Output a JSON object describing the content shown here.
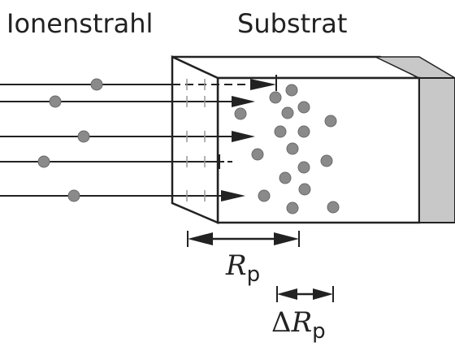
{
  "labels": {
    "ion_beam": "Ionenstrahl",
    "substrate": "Substrat",
    "projected_range_symbol": "R",
    "projected_range_subscript": "p",
    "straggle_delta": "Δ",
    "straggle_symbol": "R",
    "straggle_subscript": "p"
  },
  "colors": {
    "particle": "#8a8a8a",
    "substrate_side": "#c8c8c8",
    "line": "#222222"
  }
}
